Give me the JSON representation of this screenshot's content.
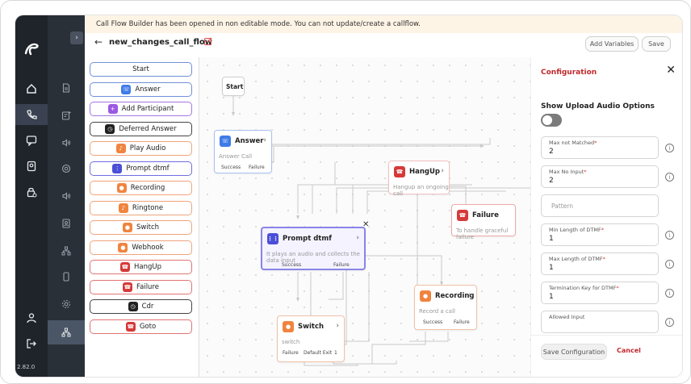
{
  "banner": "Call Flow Builder has been opened in non editable mode. You can not update/create a callflow.",
  "flow_name": "new_changes_call_flow",
  "toolbar": {
    "add_variables": "Add Variables",
    "save": "Save"
  },
  "rail": {
    "version": "2.82.0"
  },
  "palette": [
    {
      "label": "Start",
      "icon": "none",
      "border": "#6f8fd9",
      "color": ""
    },
    {
      "label": "Answer",
      "icon": "phone-icon",
      "border": "#6f8fd9",
      "color": "#3f7be8"
    },
    {
      "label": "Add Participant",
      "icon": "user-plus-icon",
      "border": "#a477e0",
      "color": "#9c58e3"
    },
    {
      "label": "Deferred Answer",
      "icon": "clock-icon",
      "border": "#444444",
      "color": "#222222"
    },
    {
      "label": "Play Audio",
      "icon": "music-icon",
      "border": "#f0a37a",
      "color": "#f0843f"
    },
    {
      "label": "Prompt dtmf",
      "icon": "keypad-icon",
      "border": "#6f6fe0",
      "color": "#4b4fd8"
    },
    {
      "label": "Recording",
      "icon": "mic-icon",
      "border": "#f0a37a",
      "color": "#f0843f"
    },
    {
      "label": "Ringtone",
      "icon": "music-icon",
      "border": "#f0a37a",
      "color": "#f0843f"
    },
    {
      "label": "Switch",
      "icon": "mic-icon",
      "border": "#f0a37a",
      "color": "#f0843f"
    },
    {
      "label": "Webhook",
      "icon": "mic-icon",
      "border": "#f0a37a",
      "color": "#f0843f"
    },
    {
      "label": "HangUp",
      "icon": "hangup-icon",
      "border": "#e27373",
      "color": "#d63a3a"
    },
    {
      "label": "Failure",
      "icon": "hangup-icon",
      "border": "#e27373",
      "color": "#d63a3a"
    },
    {
      "label": "Cdr",
      "icon": "clock-icon",
      "border": "#444444",
      "color": "#222222"
    },
    {
      "label": "Goto",
      "icon": "hangup-icon",
      "border": "#e27373",
      "color": "#d63a3a"
    }
  ],
  "nodes": {
    "start": {
      "title": "Start"
    },
    "answer": {
      "title": "Answer",
      "desc": "Answer Call",
      "p1": "Success",
      "p2": "Failure"
    },
    "hangup": {
      "title": "HangUp",
      "desc": "Hangup an ongoing call"
    },
    "failure": {
      "title": "Failure",
      "desc": "To handle graceful failure"
    },
    "prompt": {
      "title": "Prompt dtmf",
      "desc": "It plays an audio and collects the data input",
      "p1": "Success",
      "p2": "Failure"
    },
    "recording": {
      "title": "Recording",
      "desc": "Record a call",
      "p1": "Success",
      "p2": "Failure"
    },
    "switch": {
      "title": "Switch",
      "desc": "switch",
      "p1": "Failure",
      "p2": "Default Exit",
      "p3": "1"
    }
  },
  "config": {
    "title": "Configuration",
    "upload_label": "Show Upload Audio Options",
    "fields": [
      {
        "label": "Max not Matched",
        "value": "2",
        "required": true
      },
      {
        "label": "Max No Input",
        "value": "2",
        "required": true
      },
      {
        "label": "",
        "placeholder": "Pattern",
        "value": ""
      },
      {
        "label": "Min Length of DTMF",
        "value": "1",
        "required": true
      },
      {
        "label": "Max Length of DTMF",
        "value": "1",
        "required": true
      },
      {
        "label": "Termination Key for DTMF",
        "value": "1",
        "required": true
      },
      {
        "label": "Allowed Input",
        "value": "",
        "required": false
      }
    ],
    "save_label": "Save Configuration",
    "cancel_label": "Cancel"
  },
  "colors": {
    "accent_red": "#c0282d",
    "rail_dark": "#1f242b",
    "prompt_selected": "#8a84e6"
  }
}
